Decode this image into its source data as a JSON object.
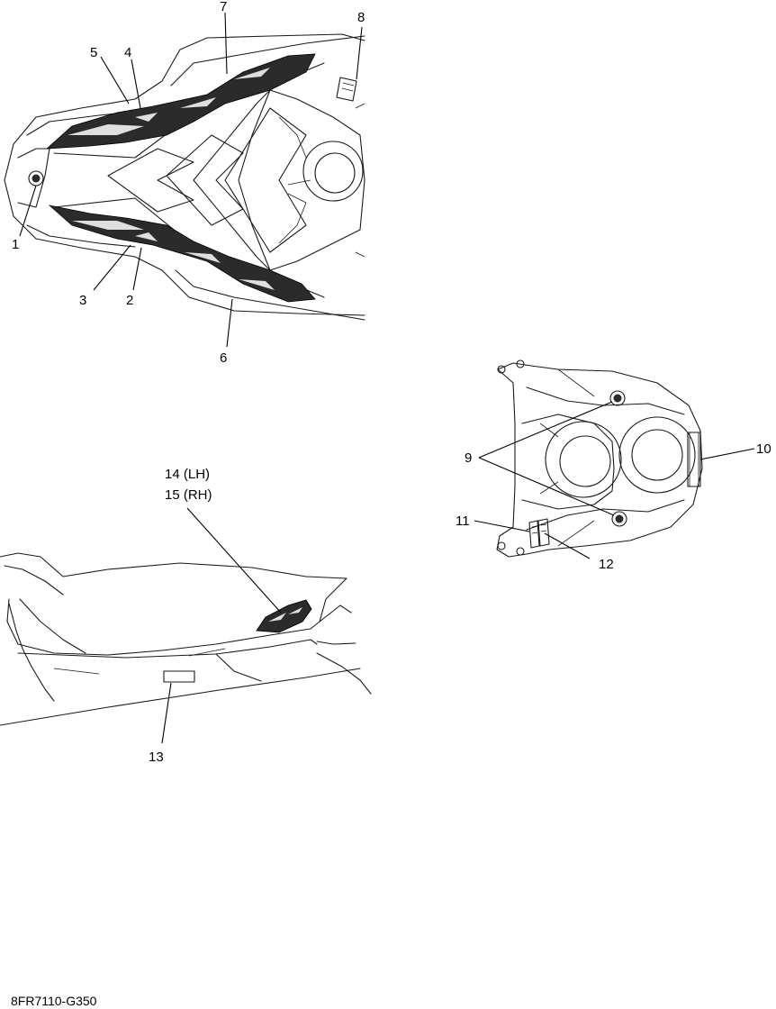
{
  "figure_code": "8FR7110-G350",
  "callouts": {
    "c1": "1",
    "c2": "2",
    "c3": "3",
    "c4": "4",
    "c5": "5",
    "c6": "6",
    "c7": "7",
    "c8": "8",
    "c9": "9",
    "c10": "10",
    "c11": "11",
    "c12": "12",
    "c13": "13",
    "c14": "14 (LH)",
    "c15": "15 (RH)"
  }
}
